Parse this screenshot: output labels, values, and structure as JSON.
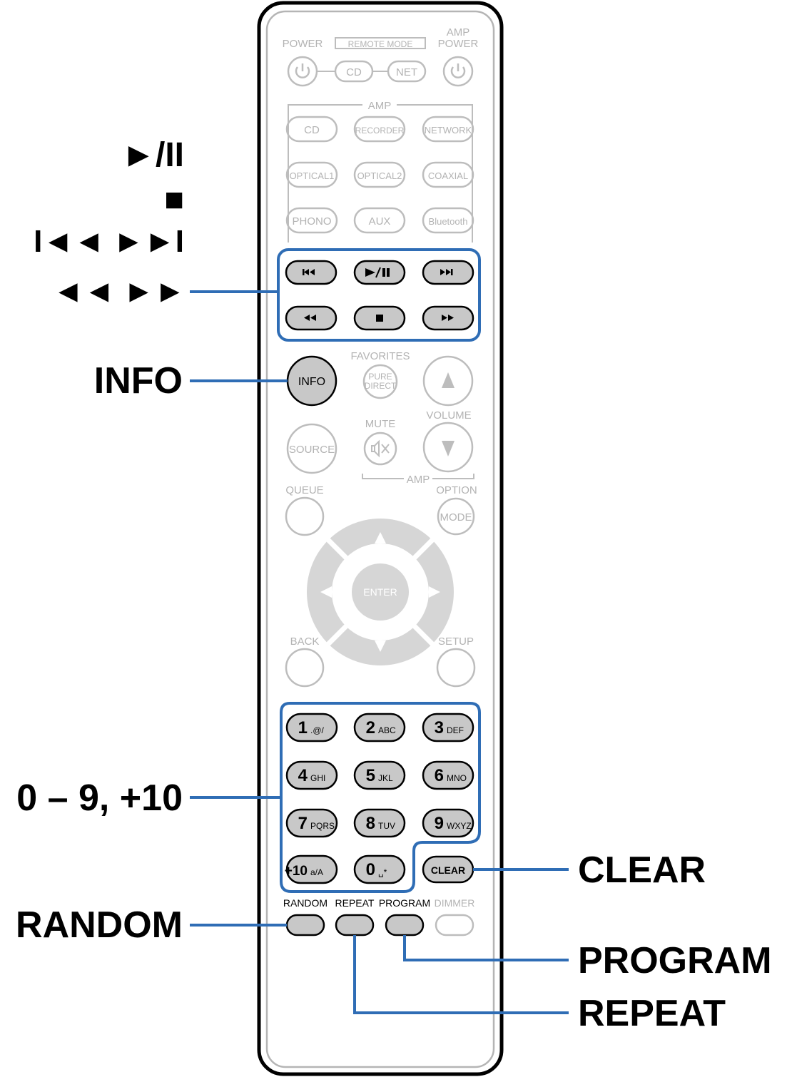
{
  "remote": {
    "top": {
      "power": "POWER",
      "remote_mode": "REMOTE MODE",
      "amp_power_1": "AMP",
      "amp_power_2": "POWER",
      "cd": "CD",
      "net": "NET"
    },
    "amp_section": "AMP",
    "amp_buttons": [
      "CD",
      "RECORDER",
      "NETWORK",
      "OPTICAL1",
      "OPTICAL2",
      "COAXIAL",
      "PHONO",
      "AUX",
      "Bluetooth"
    ],
    "favorites": "FAVORITES",
    "info": "INFO",
    "pure_direct_1": "PURE",
    "pure_direct_2": "DIRECT",
    "volume": "VOLUME",
    "mute": "MUTE",
    "source": "SOURCE",
    "amp_label2": "AMP",
    "queue": "QUEUE",
    "option": "OPTION",
    "mode": "MODE",
    "enter": "ENTER",
    "back": "BACK",
    "setup": "SETUP",
    "numpad": [
      {
        "num": "1",
        "sub": ".@/"
      },
      {
        "num": "2",
        "sub": "ABC"
      },
      {
        "num": "3",
        "sub": "DEF"
      },
      {
        "num": "4",
        "sub": "GHI"
      },
      {
        "num": "5",
        "sub": "JKL"
      },
      {
        "num": "6",
        "sub": "MNO"
      },
      {
        "num": "7",
        "sub": "PQRS"
      },
      {
        "num": "8",
        "sub": "TUV"
      },
      {
        "num": "9",
        "sub": "WXYZ"
      },
      {
        "num": "+10",
        "sub": "a/A"
      },
      {
        "num": "0",
        "sub": "␣*"
      }
    ],
    "clear": "CLEAR",
    "bottom": [
      "RANDOM",
      "REPEAT",
      "PROGRAM",
      "DIMMER"
    ]
  },
  "callouts": {
    "play_pause": "►/II",
    "stop": "■",
    "skip": "I◄◄  ►►I",
    "search": "◄◄  ►►",
    "info": "INFO",
    "numbers": "0 – 9, +10",
    "random": "RANDOM",
    "clear": "CLEAR",
    "program": "PROGRAM",
    "repeat": "REPEAT"
  }
}
